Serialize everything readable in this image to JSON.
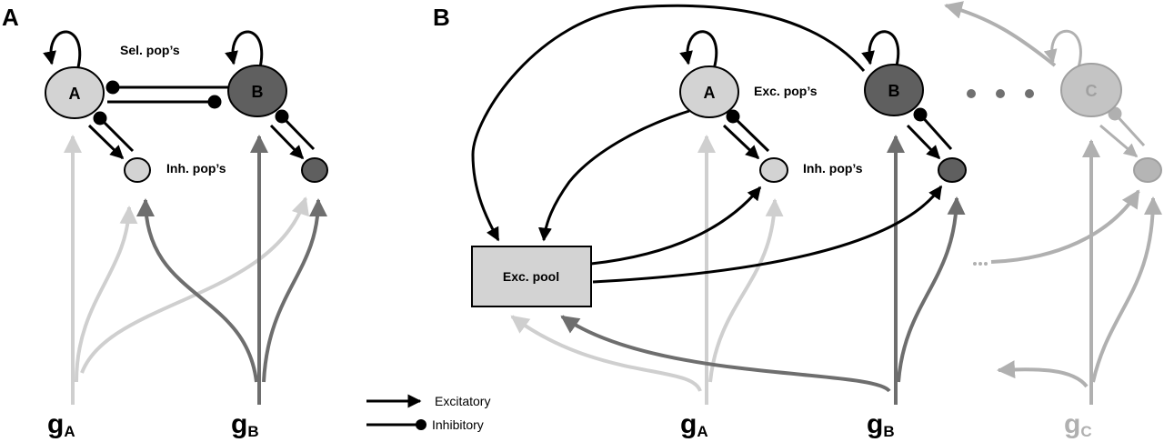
{
  "colors": {
    "A_fill": "#d3d3d3",
    "B_fill": "#5f5f5f",
    "C_fill": "#b5b5b5",
    "input_A": "#cfcfcf",
    "input_B": "#6e6e6e",
    "input_C": "#b0b0b0",
    "black": "#000000"
  },
  "panel_a": {
    "letter": "A",
    "sel_label": "Sel. pop’s",
    "inh_label": "Inh. pop’s",
    "node_a": "A",
    "node_b": "B",
    "input_a": {
      "main": "g",
      "sub": "A"
    },
    "input_b": {
      "main": "g",
      "sub": "B"
    }
  },
  "panel_b": {
    "letter": "B",
    "exc_label": "Exc. pop’s",
    "inh_label": "Inh. pop’s",
    "pool_label": "Exc. pool",
    "node_a": "A",
    "node_b": "B",
    "node_c": "C",
    "input_a": {
      "main": "g",
      "sub": "A"
    },
    "input_b": {
      "main": "g",
      "sub": "B"
    },
    "input_c": {
      "main": "g",
      "sub": "C"
    }
  },
  "legend": {
    "excitatory": "Excitatory",
    "inhibitory": "Inhibitory"
  }
}
